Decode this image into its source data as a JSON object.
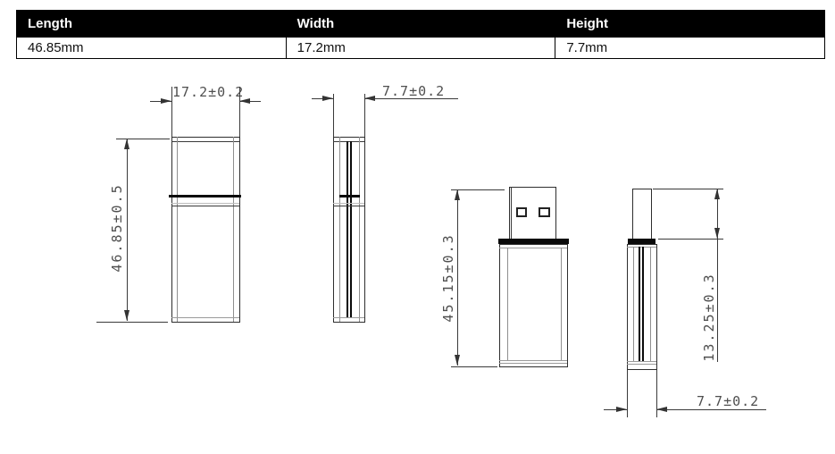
{
  "table": {
    "columns": [
      {
        "header": "Length",
        "value": "46.85mm"
      },
      {
        "header": "Width",
        "value": "17.2mm"
      },
      {
        "header": "Height",
        "value": "7.7mm"
      }
    ]
  },
  "drawing": {
    "dims": {
      "cap_on_width": "17.2±0.2",
      "cap_on_thickness": "7.7±0.2",
      "cap_on_length": "46.85±0.5",
      "cap_off_length": "45.15±0.3",
      "connector_length": "13.25±0.3",
      "cap_off_thickness": "7.7±0.2"
    },
    "colors": {
      "line": "#3a3a3a",
      "accent_black": "#0a0a0a",
      "dim_text": "#4f4f4f"
    }
  }
}
